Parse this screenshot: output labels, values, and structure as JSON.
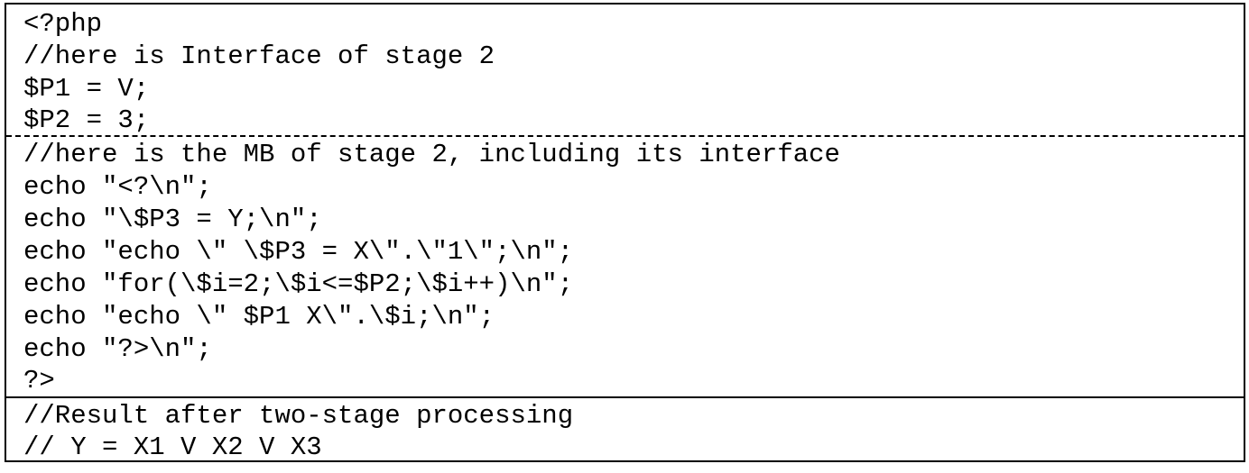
{
  "sections": [
    {
      "lines": [
        "<?php",
        "//here is Interface of stage 2",
        "$P1 = V;",
        "$P2 = 3;"
      ]
    },
    {
      "lines": [
        "//here is the MB of stage 2, including its interface",
        "echo \"<?\\n\";",
        "echo \"\\$P3 = Y;\\n\";",
        "echo \"echo \\\" \\$P3 = X\\\".\\\"1\\\";\\n\";",
        "echo \"for(\\$i=2;\\$i<=$P2;\\$i++)\\n\";",
        "echo \"echo \\\" $P1 X\\\".\\$i;\\n\";",
        "echo \"?>\\n\";",
        "?>"
      ]
    },
    {
      "lines": [
        "//Result after two-stage processing",
        "// Y = X1 V X2 V X3"
      ]
    }
  ]
}
